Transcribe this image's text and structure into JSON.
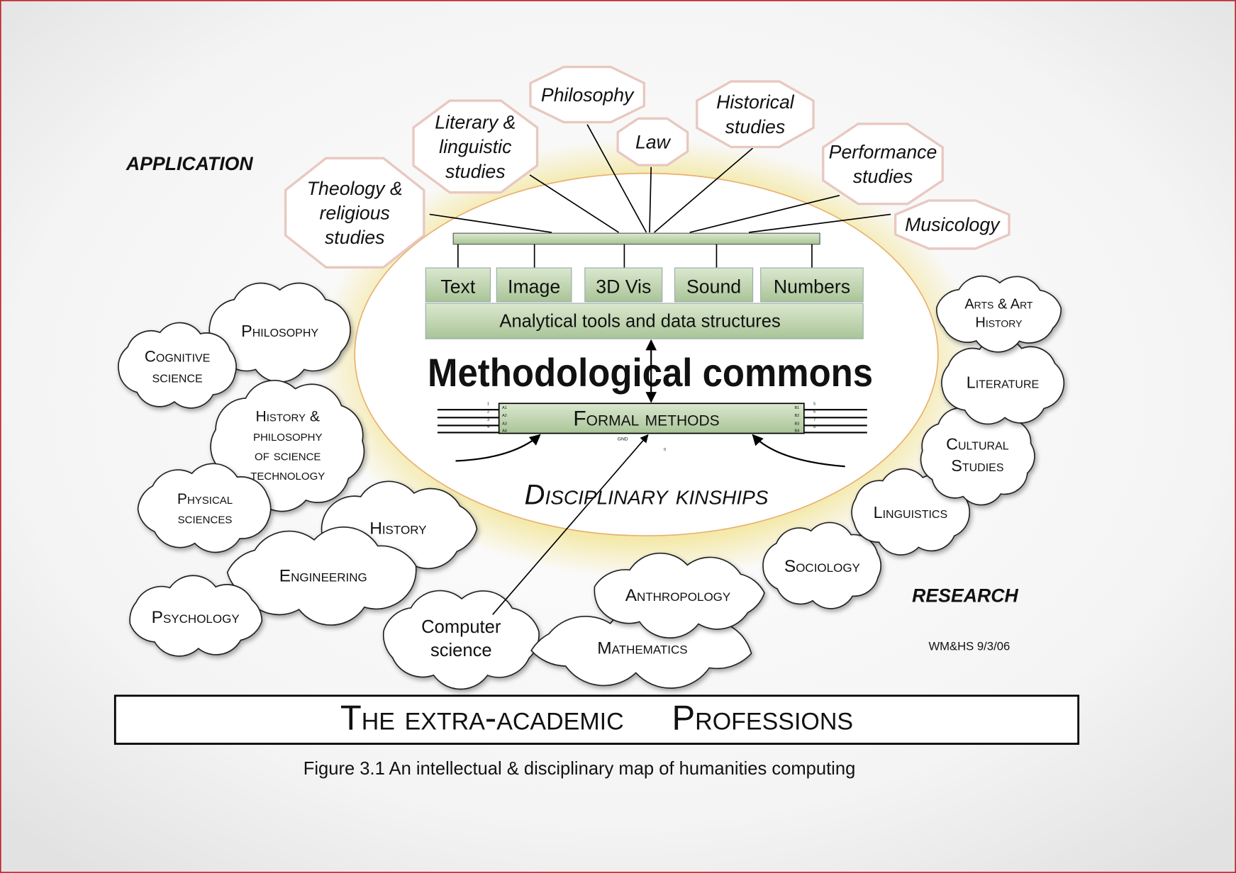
{
  "corner_labels": {
    "application": "APPLICATION",
    "research": "RESEARCH",
    "credit": "WM&HS 9/3/06"
  },
  "applications": [
    {
      "lines": [
        "Theology &",
        "religious",
        "studies"
      ]
    },
    {
      "lines": [
        "Literary &",
        "linguistic",
        "studies"
      ]
    },
    {
      "lines": [
        "Philosophy"
      ]
    },
    {
      "lines": [
        "Law"
      ]
    },
    {
      "lines": [
        "Historical",
        "studies"
      ]
    },
    {
      "lines": [
        "Performance",
        "studies"
      ]
    },
    {
      "lines": [
        "Musicology"
      ]
    }
  ],
  "data_types": [
    "Text",
    "Image",
    "3D Vis",
    "Sound",
    "Numbers"
  ],
  "analytical_label": "Analytical tools and data structures",
  "commons_title": "Methodological commons",
  "formal_methods": {
    "label": "Formal methods",
    "gnd": "GND",
    "pin0": "0",
    "left_pins": [
      "A1",
      "A2",
      "A3",
      "A4"
    ],
    "right_pins": [
      "B1",
      "B2",
      "B3",
      "B4"
    ],
    "left_nums": [
      "1",
      "2",
      "3",
      "4"
    ],
    "right_nums": [
      "5",
      "6",
      "7",
      "8"
    ]
  },
  "kinships_label": "Disciplinary kinships",
  "disciplines": [
    {
      "lines": [
        "Philosophy"
      ]
    },
    {
      "lines": [
        "Cognitive",
        "science"
      ]
    },
    {
      "lines": [
        "History &",
        "philosophy",
        "of science",
        "technology"
      ]
    },
    {
      "lines": [
        "Physical",
        "sciences"
      ]
    },
    {
      "lines": [
        "History"
      ]
    },
    {
      "lines": [
        "Engineering"
      ]
    },
    {
      "lines": [
        "Psychology"
      ]
    },
    {
      "lines": [
        "Computer",
        "science"
      ]
    },
    {
      "lines": [
        "Mathematics"
      ]
    },
    {
      "lines": [
        "Anthropology"
      ]
    },
    {
      "lines": [
        "Sociology"
      ]
    },
    {
      "lines": [
        "Linguistics"
      ]
    },
    {
      "lines": [
        "Cultural",
        "Studies"
      ]
    },
    {
      "lines": [
        "Literature"
      ]
    },
    {
      "lines": [
        "Arts & Art",
        "History"
      ]
    }
  ],
  "professions_banner": "The extra-academic     Professions",
  "caption": "Figure 3.1 An intellectual & disciplinary map  of humanities computing",
  "colors": {
    "frame": "#c0282d",
    "box_green": "#c9dcb8",
    "octagon_stroke": "#e8c8c0",
    "glow": "#f3e7a0"
  }
}
